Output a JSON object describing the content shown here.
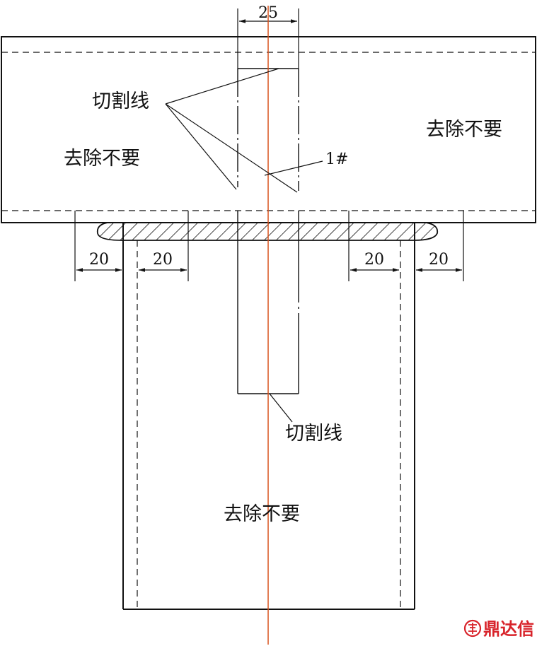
{
  "labels": {
    "cut_line_top": "切割线",
    "cut_line_bottom": "切割线",
    "remove_left": "去除不要",
    "remove_right": "去除不要",
    "remove_bottom": "去除不要",
    "specimen": "1#"
  },
  "dimensions": {
    "width_top": "25",
    "left_outer": "20",
    "left_inner": "20",
    "right_inner": "20",
    "right_outer": "20"
  },
  "watermark": {
    "text": "鼎达信"
  },
  "colors": {
    "line": "#111111",
    "centerline": "#d9531e",
    "watermark": "#d8232a"
  }
}
